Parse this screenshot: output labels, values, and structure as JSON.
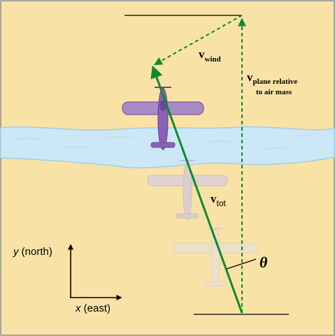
{
  "colors": {
    "background": "#f9e2a6",
    "frame": "#8a8a8a",
    "river_fill": "#cce7f6",
    "river_edge": "#9fcfe8",
    "vector_green": "#0e8a2b",
    "text": "#000000",
    "plane_dark": "#8a62b5",
    "plane_mid": "#b8a4cf",
    "plane_light": "#ddd6e4"
  },
  "labels": {
    "v_wind": {
      "symbol": "v",
      "subscript": "wind"
    },
    "v_plane": {
      "symbol": "v",
      "subscript_line1": "plane relative",
      "subscript_line2": "to air mass"
    },
    "v_tot": {
      "symbol": "v",
      "subscript": "tot"
    },
    "theta": "θ",
    "y_axis": {
      "variable": "y",
      "text": " (north)"
    },
    "x_axis": {
      "variable": "x",
      "text": " (east)"
    }
  },
  "icons": {
    "airplane": "airplane-icon",
    "axes": "arrow-icon"
  }
}
